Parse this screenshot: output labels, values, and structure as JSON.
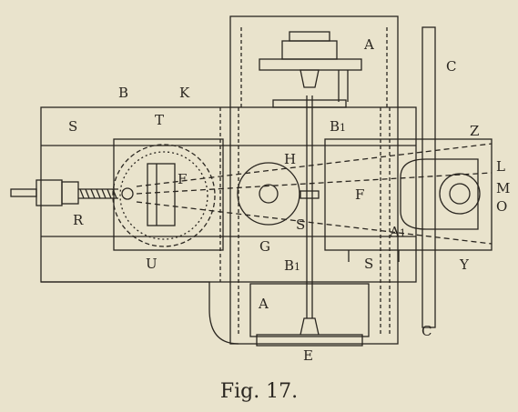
{
  "figure": {
    "caption": "Fig. 17.",
    "labels": {
      "A_top": "A",
      "A_bottom": "A",
      "A1": "A",
      "A1_sub": "1",
      "B": "B",
      "B1_top": "B",
      "B1_top_sub": "1",
      "B1_bottom": "B",
      "B1_bottom_sub": "1",
      "C_top": "C",
      "C_bottom": "C",
      "E": "E",
      "F_left": "F",
      "F_right": "F",
      "G": "G",
      "H": "H",
      "K": "K",
      "L": "L",
      "M": "M",
      "O": "O",
      "R": "R",
      "S_upper_left": "S",
      "S_center": "S",
      "S_lower_right": "S",
      "T": "T",
      "U": "U",
      "Y": "Y",
      "Z": "Z"
    }
  },
  "colors": {
    "ink": "#2a2620",
    "paper": "#e9e3cc"
  }
}
